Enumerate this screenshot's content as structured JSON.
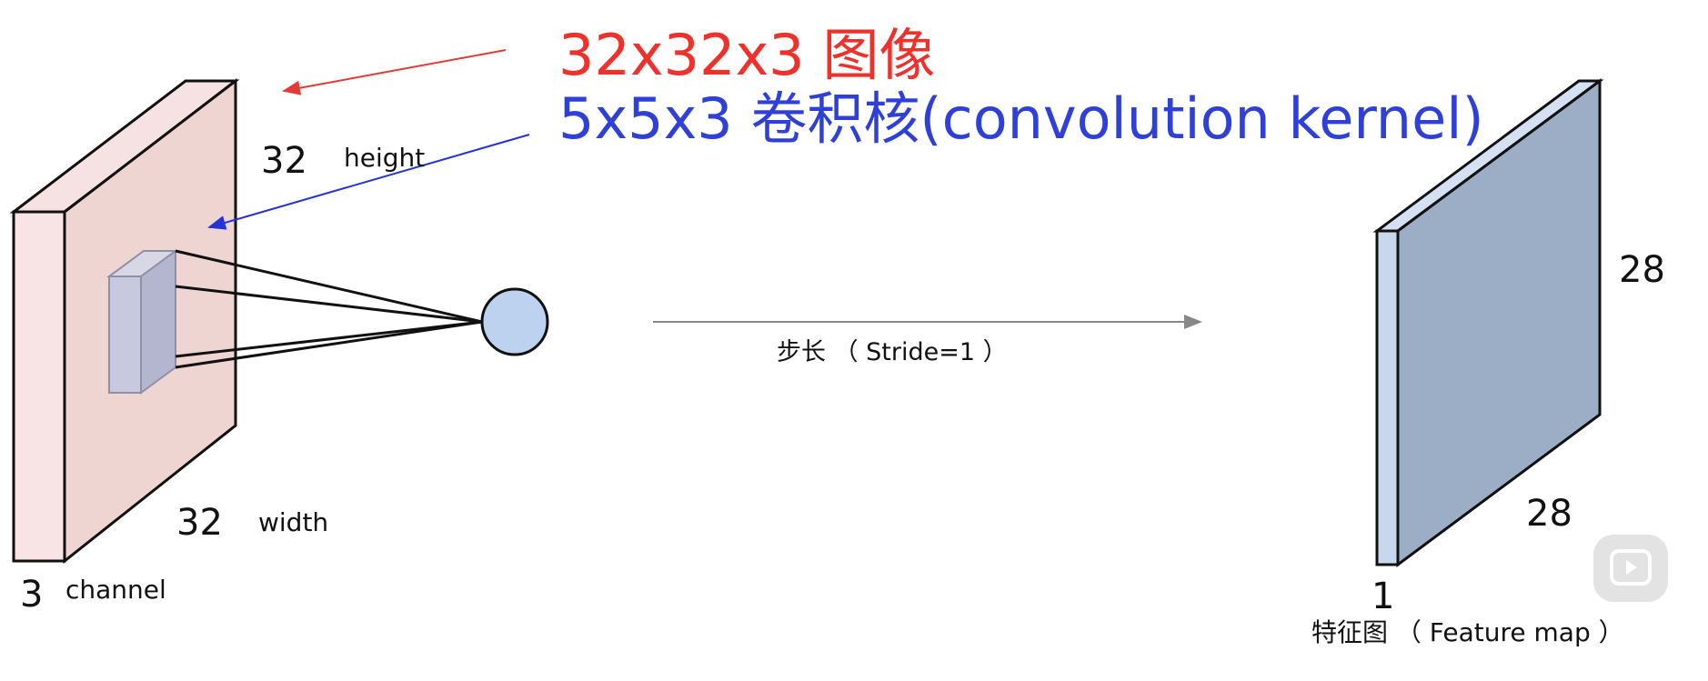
{
  "diagram": {
    "title_image": "32x32x3 图像",
    "title_kernel": "5x5x3 卷积核(convolution kernel)",
    "input": {
      "height_num": "32",
      "height_label": "height",
      "width_num": "32",
      "width_label": "width",
      "channel_num": "3",
      "channel_label": "channel"
    },
    "stride_label": "步长 （ Stride=1 ）",
    "output": {
      "height_num": "28",
      "width_num": "28",
      "depth_num": "1",
      "label": "特征图 （ Feature map ）"
    },
    "colors": {
      "input_front": "#eed5d2",
      "input_side": "#f8e4e4",
      "kernel": "#b4b5cf",
      "output_front": "#9cadc6",
      "output_side": "#c8d6ee",
      "neuron": "#bcd2ee",
      "red_arrow": "#e23b35",
      "blue_arrow": "#2433d6"
    }
  }
}
